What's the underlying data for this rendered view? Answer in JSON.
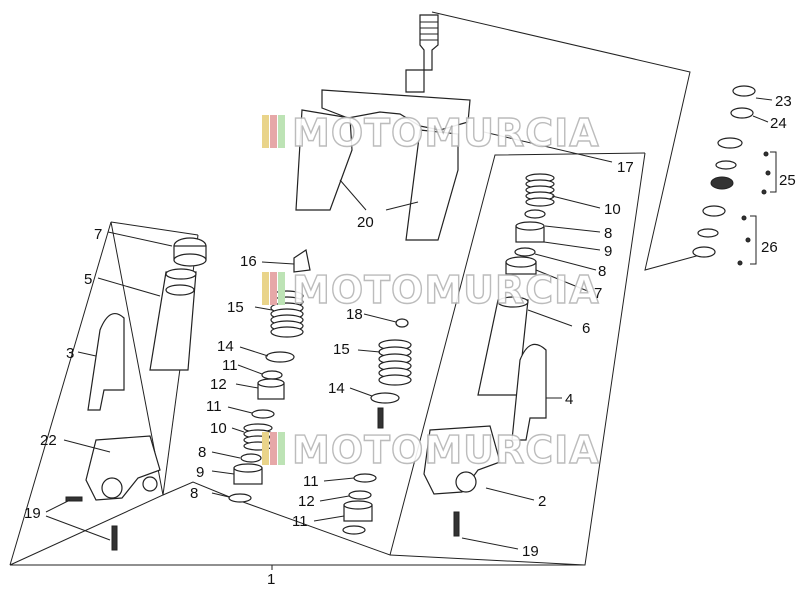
{
  "watermark": {
    "text": "MOTOMURCIA",
    "stripe_colors": [
      "#e9d48a",
      "#e6a8a8",
      "#bde3b5"
    ]
  },
  "callouts": {
    "c1": "1",
    "c2": "2",
    "c3": "3",
    "c4": "4",
    "c5": "5",
    "c6": "6",
    "c7a": "7",
    "c7b": "7",
    "c8a": "8",
    "c8b": "8",
    "c8c": "8",
    "c8d": "8",
    "c9a": "9",
    "c9b": "9",
    "c10a": "10",
    "c10b": "10",
    "c11a": "11",
    "c11b": "11",
    "c11c": "11",
    "c11d": "11",
    "c12a": "12",
    "c12b": "12",
    "c14a": "14",
    "c14b": "14",
    "c15a": "15",
    "c15b": "15",
    "c16": "16",
    "c17": "17",
    "c18": "18",
    "c19a": "19",
    "c19b": "19",
    "c20": "20",
    "c22": "22",
    "c23": "23",
    "c24": "24",
    "c25": "25",
    "c26": "26"
  }
}
